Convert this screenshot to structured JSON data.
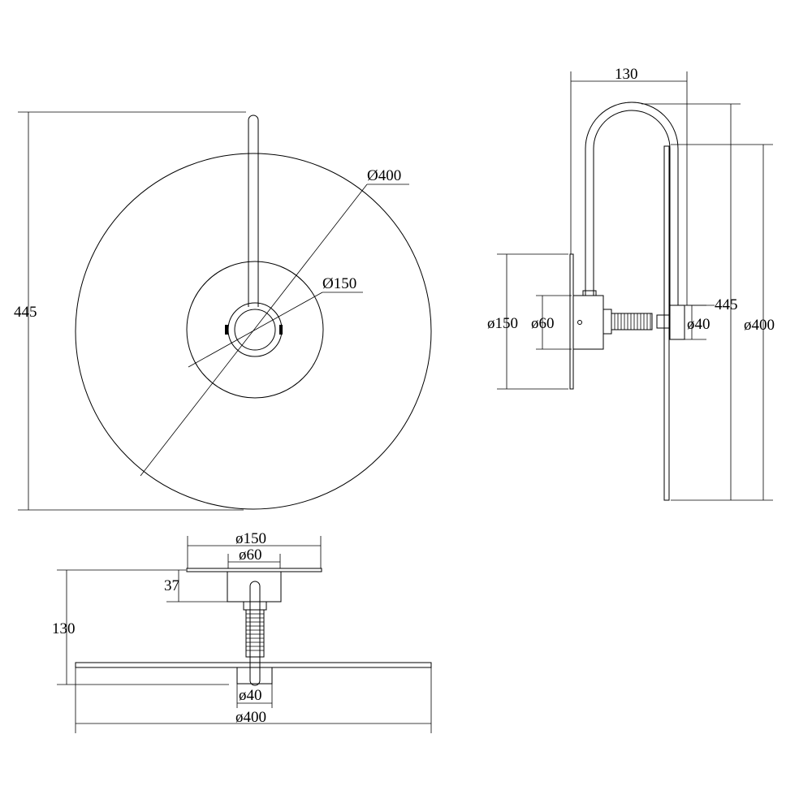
{
  "front_view": {
    "height_label": "445",
    "outer_diameter_label": "Ø400",
    "plate_diameter_label": "Ø150"
  },
  "side_view": {
    "depth_label": "130",
    "height_label": "445",
    "outer_diameter_label": "ø400",
    "plate_diameter_label": "ø150",
    "base_diameter_label": "ø60",
    "socket_diameter_label": "ø40"
  },
  "top_view": {
    "plate_diameter_label": "ø150",
    "base_diameter_label": "ø60",
    "base_depth_label": "37",
    "depth_label": "130",
    "socket_diameter_label": "ø40",
    "outer_diameter_label": "ø400"
  },
  "colors": {
    "line": "#000000",
    "background": "#ffffff"
  }
}
